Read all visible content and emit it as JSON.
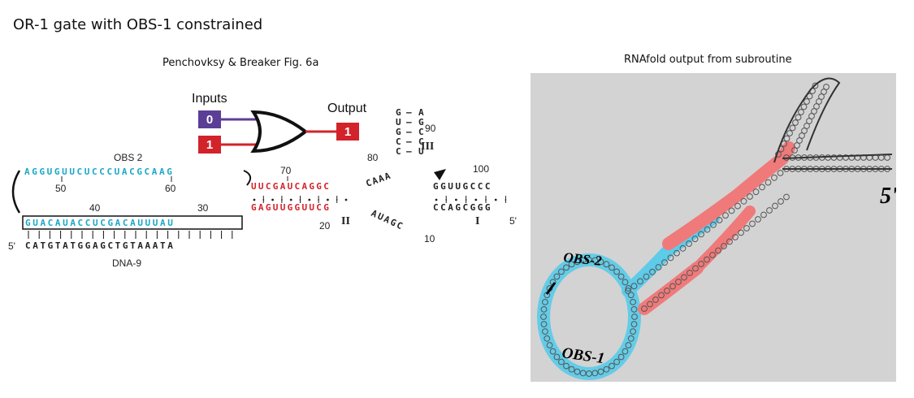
{
  "title": "OR-1 gate with OBS-1 constrained",
  "left_panel": {
    "caption": "Penchovksy & Breaker Fig. 6a",
    "gate": {
      "inputs_label": "Inputs",
      "output_label": "Output",
      "input_a": "0",
      "input_b": "1",
      "output": "1"
    },
    "obs2_label": "OBS 2",
    "dna_label": "DNA-9",
    "obs2_seq": "AGGUGUUCUCCCUACGCAAG",
    "obs1_seq": "GUACAUACCUCGACAUUUAU",
    "dna_seq": "CATGTATGGAGCTGTAAATA",
    "dna_5prime": "5'",
    "stem2_top": "UUCGAUCAGGC",
    "stem2_bottom": "GAGUUGGUUCG",
    "loop_top": "CAAA",
    "loop_bottom": "AUAGC",
    "stem3_left": "GUGCC",
    "stem3_right": "A-GCCU",
    "stem1_top": "GGUUGCCC",
    "stem1_bottom": "CCAGCGGG",
    "stem1_5prime": "5'",
    "nums": {
      "n50": "50",
      "n60": "60",
      "n40": "40",
      "n30": "30",
      "n70": "70",
      "n80": "80",
      "n90": "90",
      "n100": "100",
      "n20": "20",
      "n10": "10"
    },
    "roman": {
      "I": "I",
      "II": "II",
      "III": "III"
    },
    "colors": {
      "cyan": "#1aa7c9",
      "red": "#d2232a",
      "purple": "#5b3e96",
      "black": "#222222"
    }
  },
  "right_panel": {
    "caption": "RNAfold output from subroutine",
    "annotations": {
      "obs2": "OBS-2",
      "obs1": "OBS-1",
      "five_prime": "5'"
    },
    "colors": {
      "background": "#d3d3d3",
      "cyan": "#5ecbe8",
      "red": "#f07a7a"
    }
  }
}
